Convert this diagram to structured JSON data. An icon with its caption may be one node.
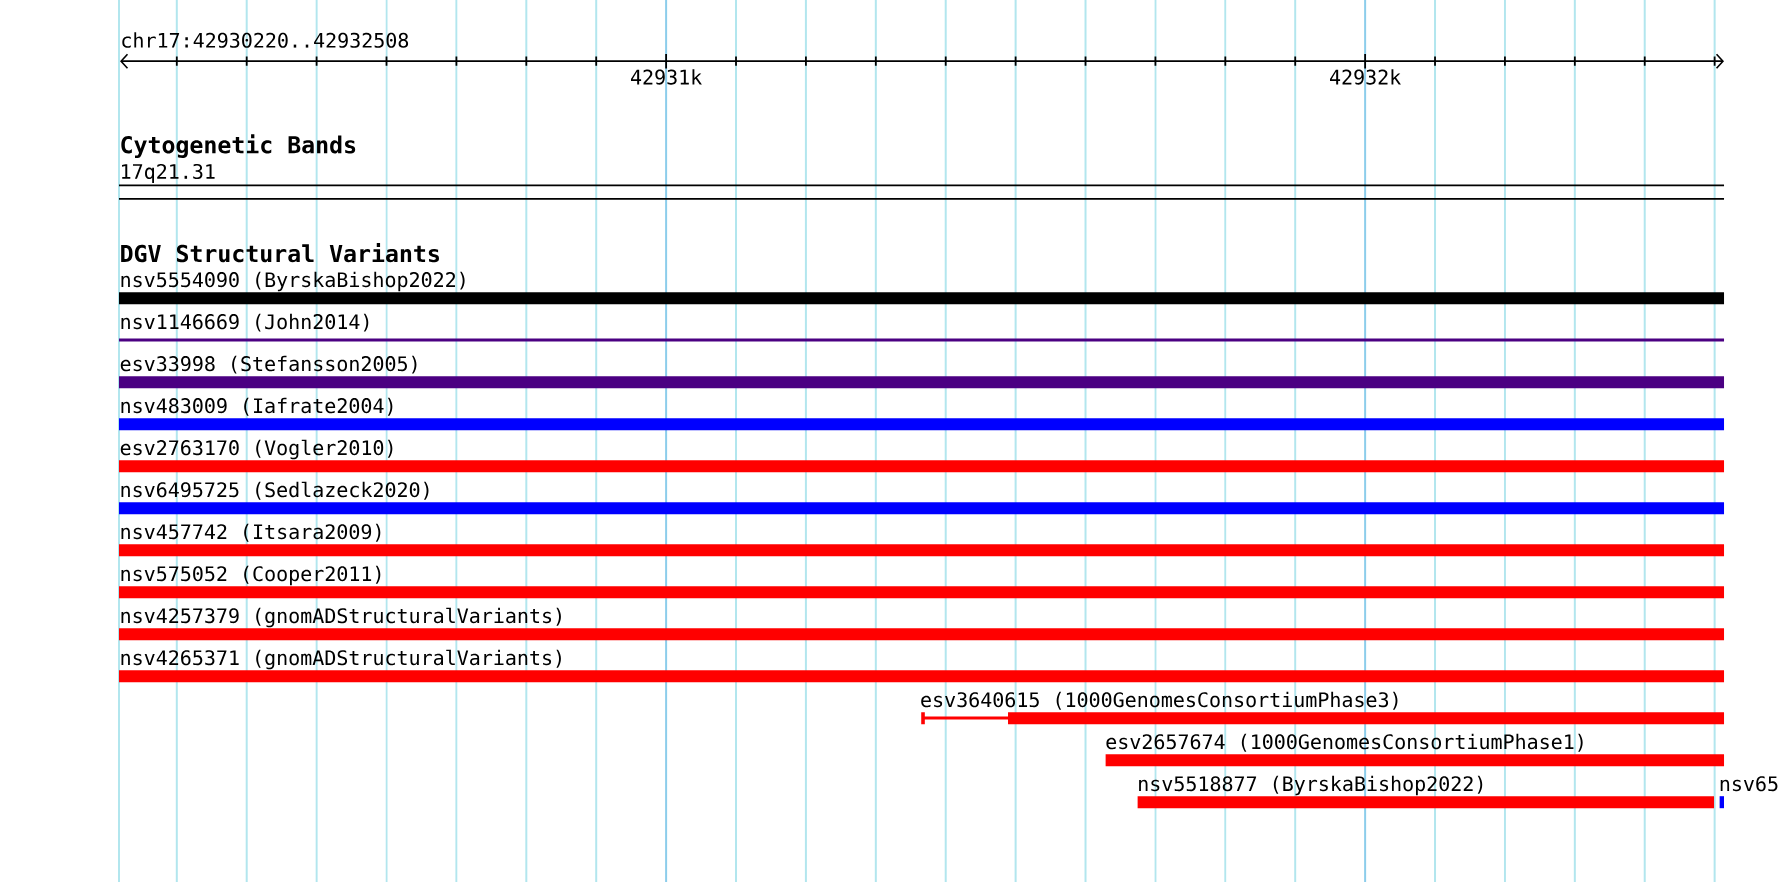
{
  "diagram": {
    "nodes": [
      {
        "text": [
          "17q21.31"
        ]
      },
      {
        "text": [
          "nsv5554090 (ByrskaBishop2022)"
        ]
      },
      {
        "text": [
          "nsv1146669 (John2014)"
        ]
      },
      {
        "text": [
          "esv33998 (Stefansson2005)"
        ]
      },
      {
        "text": [
          "nsv483009 (Iafrate2004)"
        ]
      },
      {
        "text": [
          "esv2763170 (Vogler2010)"
        ]
      },
      {
        "text": [
          "nsv6495725 (Sedlazeck2020)"
        ]
      },
      {
        "text": [
          "nsv457742 (Itsara2009)"
        ]
      },
      {
        "text": [
          "nsv575052 (Cooper2011)"
        ]
      },
      {
        "text": [
          "nsv4257379 (gnomADStructuralVariants)"
        ]
      },
      {
        "text": [
          "nsv4265371 (gnomADStructuralVariants)"
        ]
      },
      {
        "text": [
          "esv3640615 (1000GenomesConsortiumPhase3)"
        ]
      },
      {
        "text": [
          "esv2657674 (1000GenomesConsortiumPhase1)"
        ]
      },
      {
        "text": [
          "nsv5518877 (ByrskaBishop2022)"
        ]
      },
      {
        "text": [
          "nsv65"
        ]
      }
    ],
    "labels": [
      "chr17:42930220..42932508",
      "42931k",
      "42932k",
      "Cytogenetic Bands",
      "DGV Structural Variants"
    ]
  }
}
